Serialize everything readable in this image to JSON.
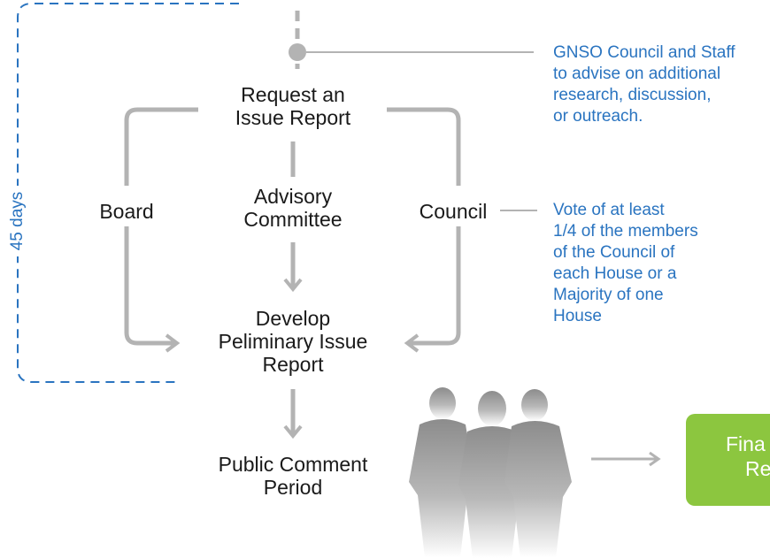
{
  "nodes": {
    "request": {
      "line1": "Request an",
      "line2": "Issue Report"
    },
    "board": {
      "label": "Board"
    },
    "advisory": {
      "line1": "Advisory",
      "line2": "Committee"
    },
    "council": {
      "label": "Council"
    },
    "develop": {
      "line1": "Develop",
      "line2": "Peliminary Issue",
      "line3": "Report"
    },
    "public_comment": {
      "line1": "Public Comment",
      "line2": "Period"
    },
    "final": {
      "line1": "Fina",
      "line2": "Re"
    }
  },
  "notes": {
    "gnso": [
      "GNSO Council and Staff",
      "to advise on additional",
      "research, discussion,",
      "or outreach."
    ],
    "vote": [
      "Vote of at least",
      "1/4 of the members",
      "of the Council of",
      "each House or a",
      "Majority of one",
      "House"
    ]
  },
  "timeline": {
    "label": "45 days"
  },
  "colors": {
    "connector": "#b3b3b3",
    "dashed_border": "#2a74c0",
    "note_text": "#2a74c0",
    "final_box": "#8cc63f",
    "people_silhouette": "#9a9a9a"
  },
  "icons": {
    "people": "people-silhouette-icon"
  }
}
